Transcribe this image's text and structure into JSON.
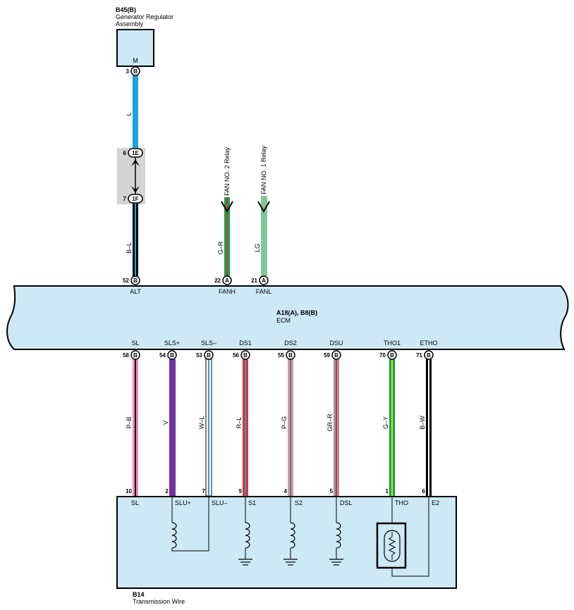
{
  "colors": {
    "component_fill": "#cde9f6",
    "junction_fill": "#d4d4d4",
    "wire_blue": "#1aa3e0",
    "wire_green_light": "#80c898",
    "wire_green": "#00a651",
    "wire_red": "#e03030",
    "wire_pink": "#f28cb8",
    "wire_violet": "#7030a0",
    "wire_gray": "#9a9a9a",
    "wire_yellow": "#f0e000",
    "wire_black": "#000000",
    "wire_white": "#ffffff"
  },
  "generator": {
    "code": "B45(B)",
    "name_line1": "Generator Regulator",
    "name_line2": "Assembly",
    "terminal_label": "M",
    "pin_number": "3",
    "connector": "B"
  },
  "upper_wire": {
    "color_code": "L"
  },
  "junction": {
    "top_pin_number": "6",
    "top_connector": "1E",
    "bottom_pin_number": "7",
    "bottom_connector": "1F"
  },
  "alt_wire": {
    "color_code": "B–L",
    "pin_number": "52",
    "connector": "B",
    "terminal": "ALT"
  },
  "fan2": {
    "relay_label": "FAN NO. 2 Relay",
    "color_code": "G–R",
    "pin_number": "22",
    "connector": "A",
    "terminal": "FANH"
  },
  "fan1": {
    "relay_label": "FAN NO. 1 Relay",
    "color_code": "LG",
    "pin_number": "21",
    "connector": "A",
    "terminal": "FANL"
  },
  "ecm": {
    "code": "A18(A), B8(B)",
    "name": "ECM"
  },
  "lower_wires": [
    {
      "ecm_terminal": "SL",
      "ecm_pin": "58",
      "connector": "B",
      "color_code": "P–B",
      "b14_pin": "10",
      "b14_terminal": "SL"
    },
    {
      "ecm_terminal": "SLS+",
      "ecm_pin": "54",
      "connector": "B",
      "color_code": "V",
      "b14_pin": "2",
      "b14_terminal": "SLU+"
    },
    {
      "ecm_terminal": "SLS–",
      "ecm_pin": "53",
      "connector": "B",
      "color_code": "W–L",
      "b14_pin": "7",
      "b14_terminal": "SLU–"
    },
    {
      "ecm_terminal": "DS1",
      "ecm_pin": "56",
      "connector": "B",
      "color_code": "R–L",
      "b14_pin": "9",
      "b14_terminal": "S1"
    },
    {
      "ecm_terminal": "DS2",
      "ecm_pin": "55",
      "connector": "B",
      "color_code": "P–G",
      "b14_pin": "4",
      "b14_terminal": "S2"
    },
    {
      "ecm_terminal": "DSU",
      "ecm_pin": "59",
      "connector": "B",
      "color_code": "GR–R",
      "b14_pin": "5",
      "b14_terminal": "DSL"
    },
    {
      "ecm_terminal": "THO1",
      "ecm_pin": "70",
      "connector": "B",
      "color_code": "G–Y",
      "b14_pin": "1",
      "b14_terminal": "THO"
    },
    {
      "ecm_terminal": "ETHO",
      "ecm_pin": "71",
      "connector": "B",
      "color_code": "B–W",
      "b14_pin": "6",
      "b14_terminal": "E2"
    }
  ],
  "transmission": {
    "code": "B14",
    "name": "Transmission Wire"
  },
  "icons": [
    "connector-pin-icon",
    "solenoid-coil-icon",
    "ground-icon",
    "thermistor-icon",
    "relay-arrow-icon"
  ]
}
